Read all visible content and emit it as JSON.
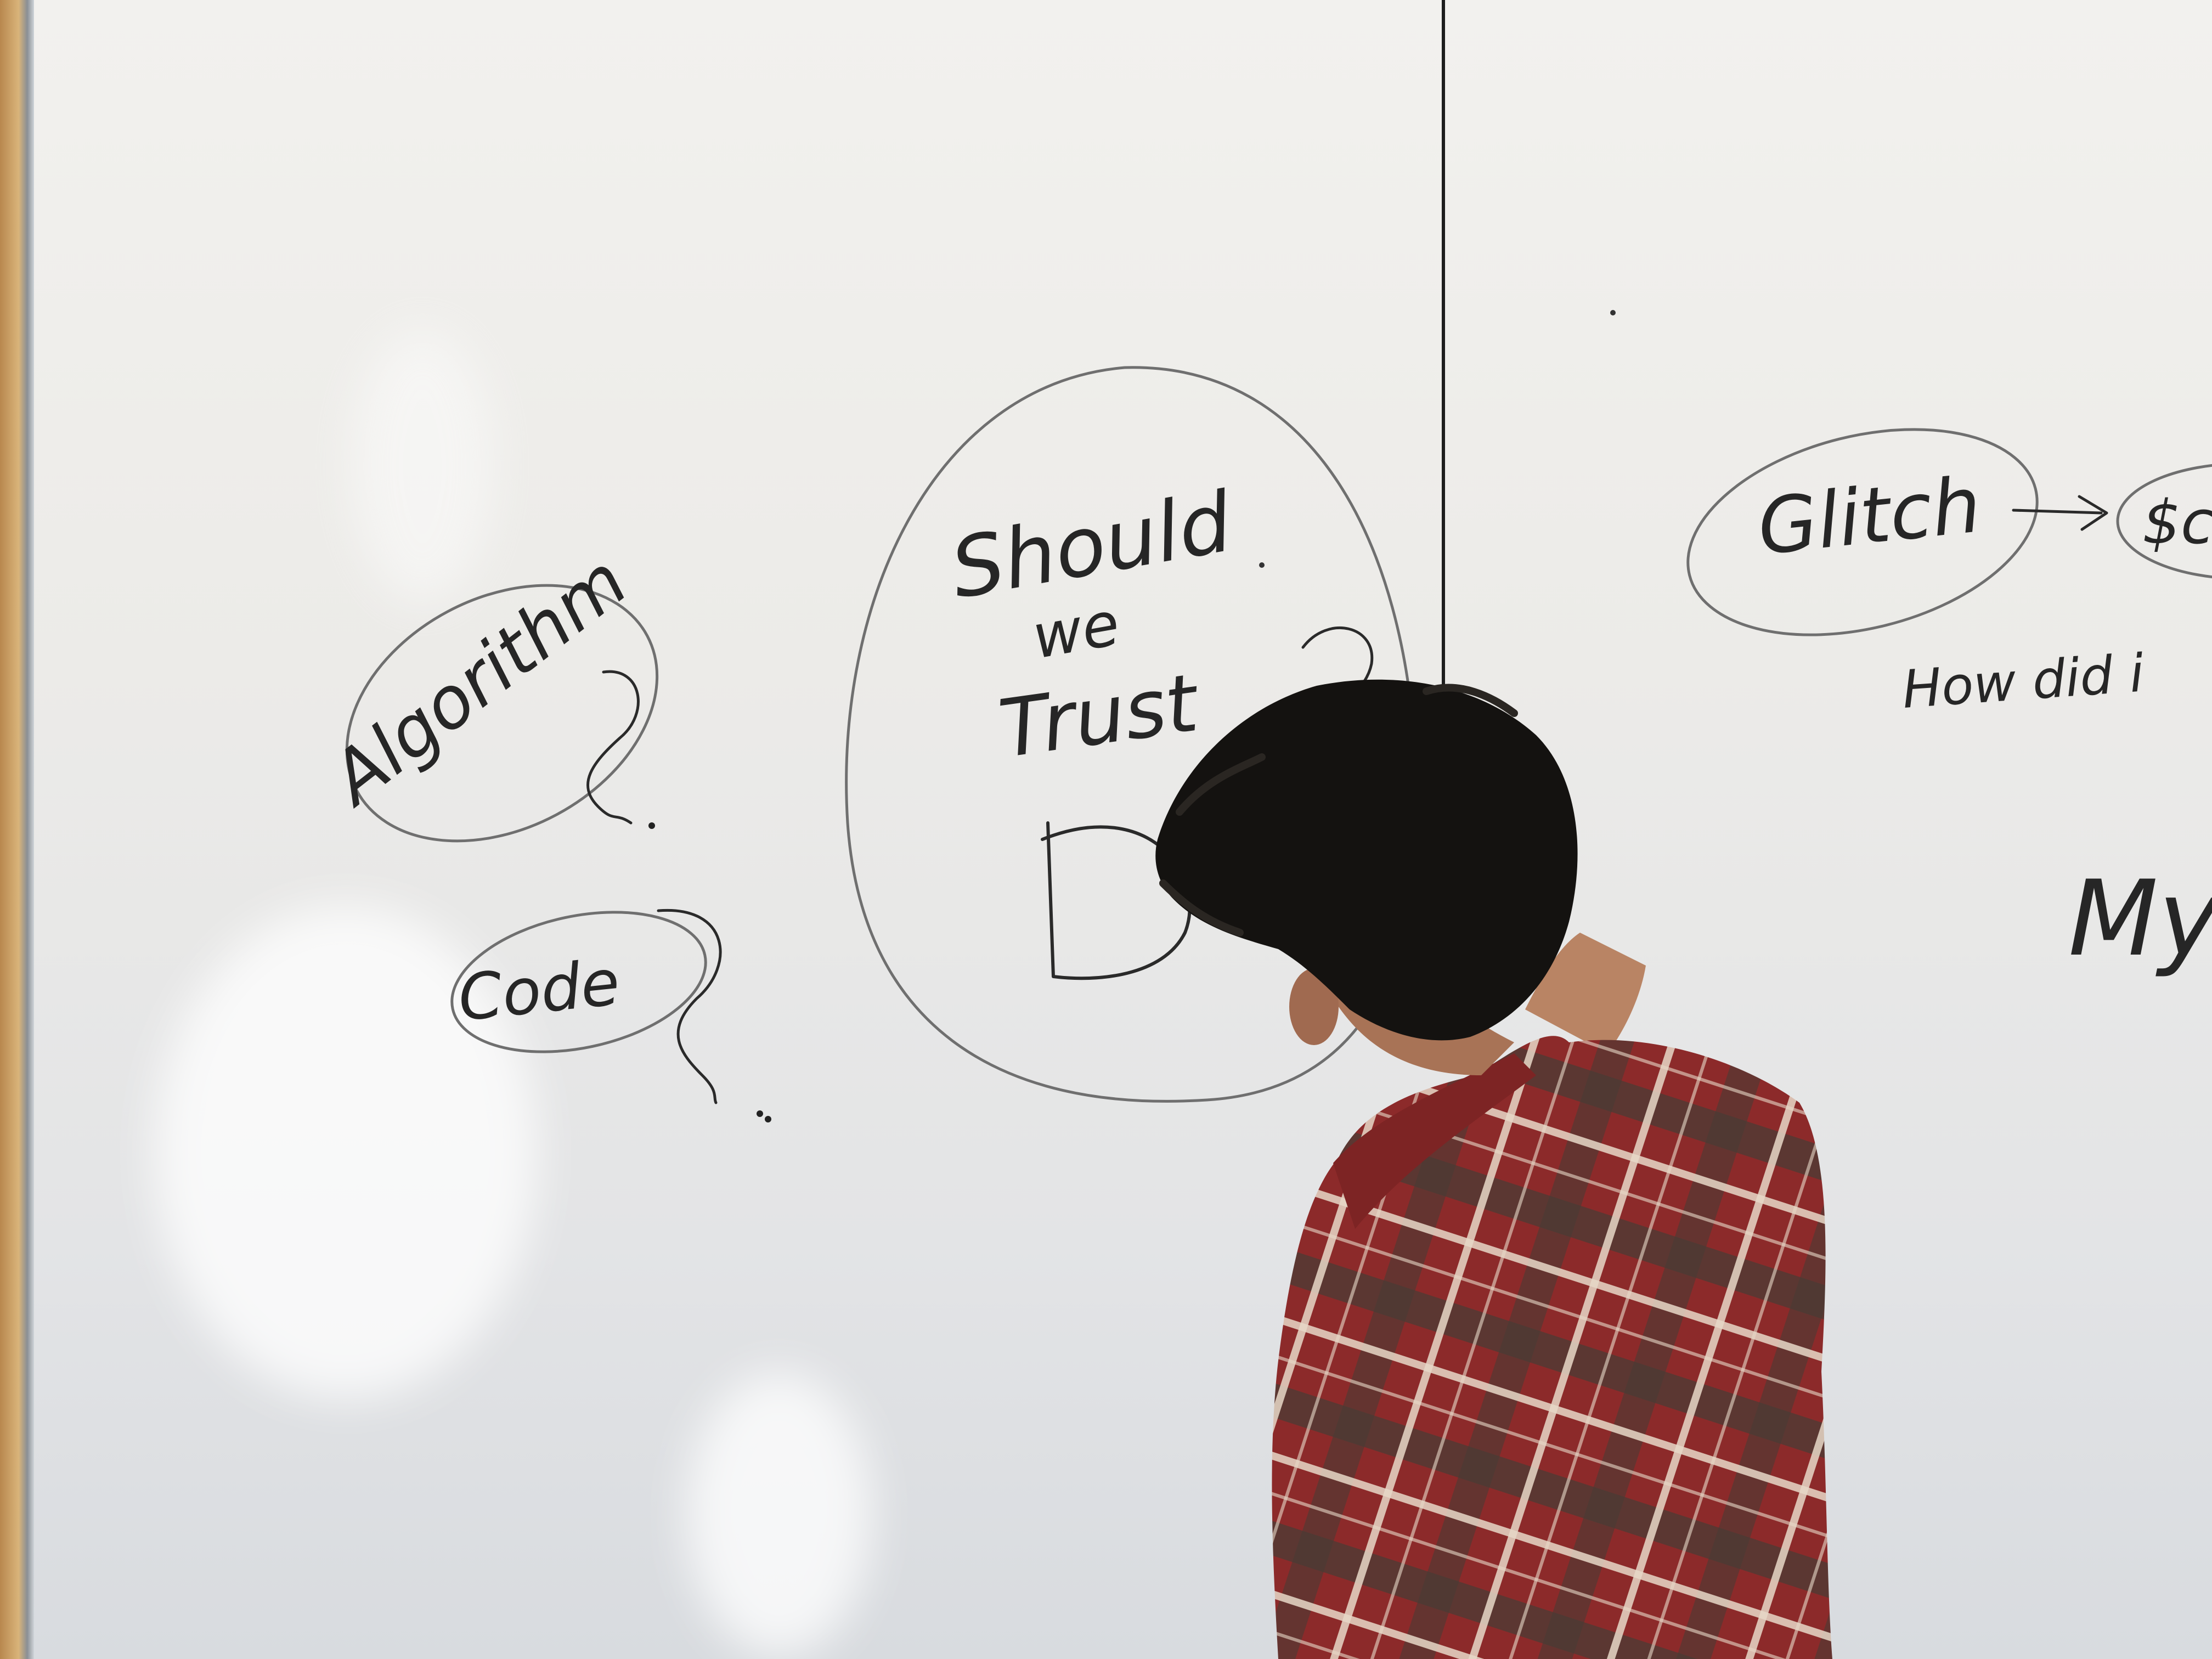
{
  "whiteboard": {
    "left_bubble": {
      "word": "Algorithm"
    },
    "small_bubble": {
      "word": "Code"
    },
    "center_bubble": {
      "line1": "Should",
      "line2": "we",
      "line3": "Trust",
      "partial_letter": "D"
    },
    "right_side": {
      "glitch_word": "Glitch",
      "cut_off_word": "$c",
      "question_line": "How did i",
      "large_word": "My"
    }
  },
  "colors": {
    "marker_ink": "#262626",
    "board_white": "#eeeeec",
    "shirt_red": "#8c2a2a",
    "hair": "#141210"
  }
}
